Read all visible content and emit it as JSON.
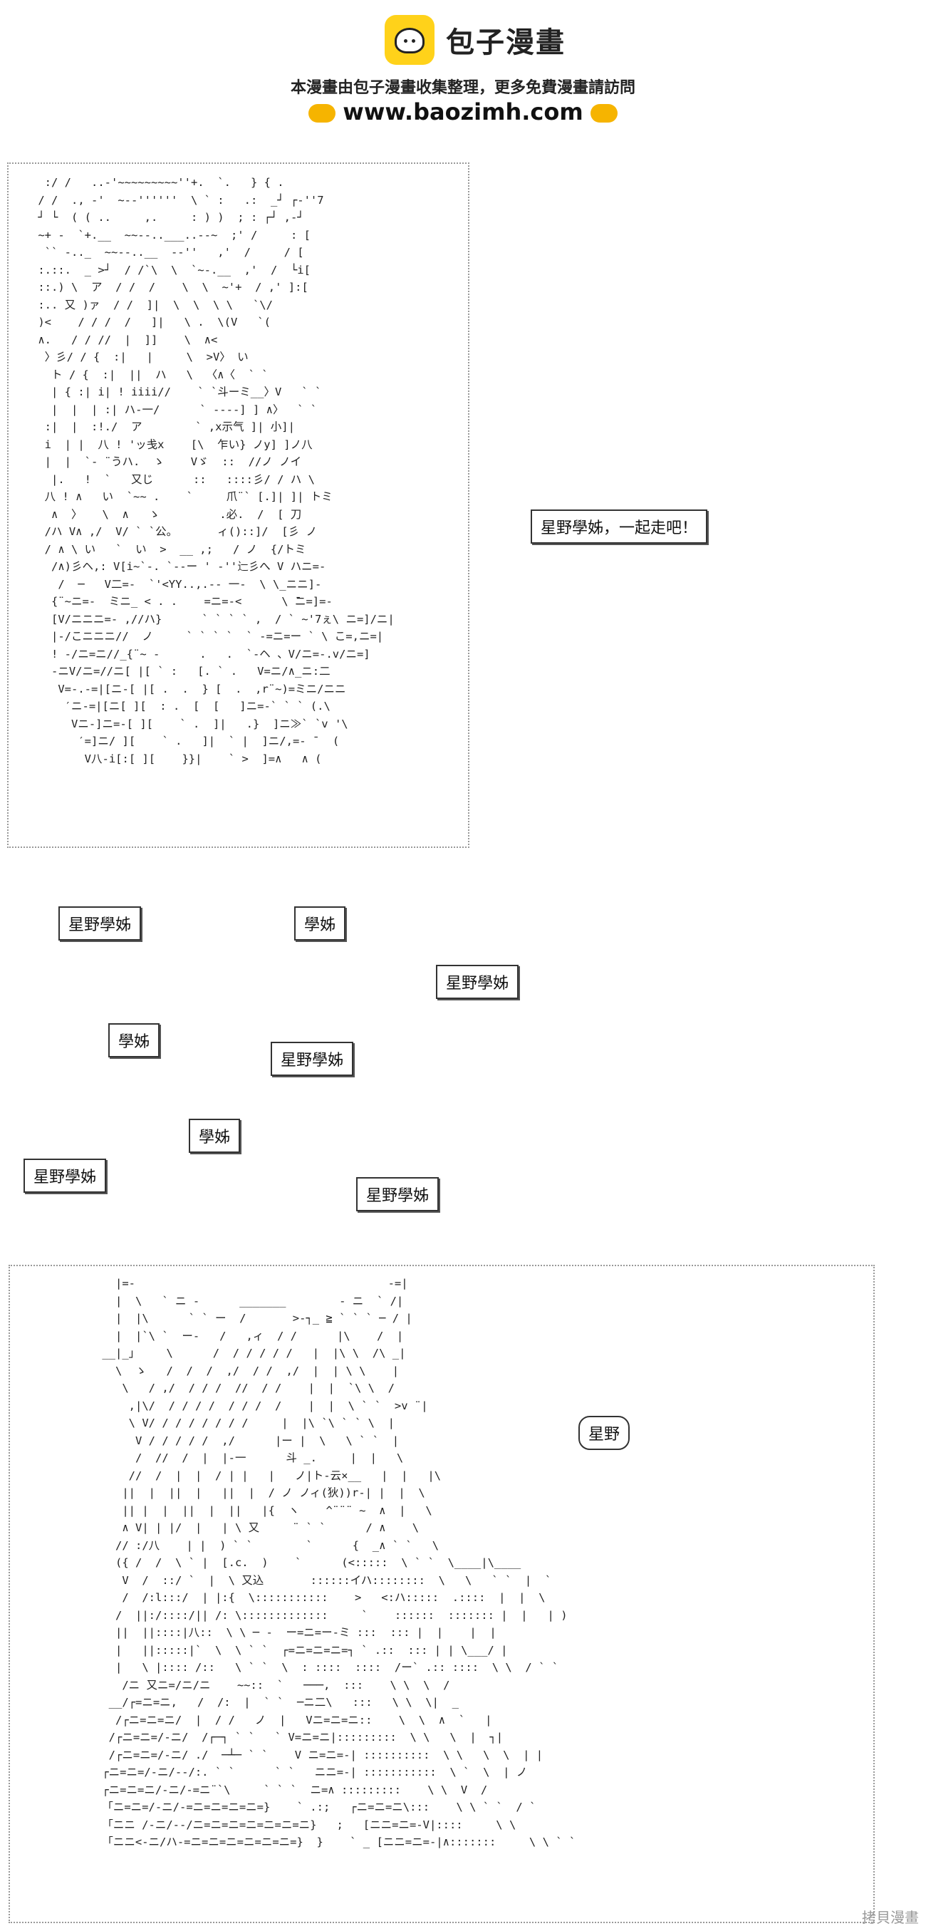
{
  "header": {
    "site_name": "包子漫畫",
    "tagline": "本漫畫由包子漫畫收集整理，更多免費漫畫請訪問",
    "url": "www.baozimh.com"
  },
  "balloons": {
    "b1": "星野學姊，一起走吧！",
    "b2": "星野學姊",
    "b3": "學姊",
    "b4": "星野學姊",
    "b5": "學姊",
    "b6": "星野學姊",
    "b7": "學姊",
    "b8": "星野學姊",
    "b9": "星野學姊",
    "b10": "星野"
  },
  "art": {
    "panel1": "  :/ /   ..-'~~~~~~~~~''+.  `.   } { .\n / /  ., -'  ~--''''''  \\ ` :   .:  _┘ ┌‐''7\n ┘ └  ( ( ..     ,.     : ) )  ; : ┌┘ ,-┘\n ~+ -  `+.__  ~~--..___..--~  ;' /     : [\n  `` -.._  ~~--..__  --''   ,'  /     / [\n :.::.  _ >┘  / /`\\  \\  `~-.__  ,'  /  └i[\n ::.) \\  ア  / /  /    \\  \\  ~'+  / ,' ]:[\n :.. 又 )ァ  / /  ]|  \\  \\  \\ \\   `\\/\n )<    / / /  /   ]|   \\ .  \\(V   `(\n ∧.   / / //  |  ]]    \\  ∧<\n  〉彡/ / {  :|   |     \\  >V〉 い\n   ト / {  :|  ||  ハ   \\  〈∧〈  ` `\n   | { :| i| ! iiii//    ` `斗ーミ__〉V   ` `\n   |  |  | :| ハ‐一/      ` ‐‐--] ] ∧〉  ` `\n  :|  |  :!./  ア        ` ,x示气 ]| 小]|\n  i  | |  八 ! 'ッ戋x    [\\  乍い} ノy] ]ノ八\n  |  |  `- ¨うハ.  ゝ    Vゞ  ::  //ノ ノイ\n   |.   !  `   又じ      ::   ::::彡/ / ハ \\\n  八 ! ∧   い  `~~ .    `     爪¨` [.]| ]| トミ\n   ∧  〉   \\  ∧   ゝ         .必.  /  [ 刀\n  /ハ V∧ ,/  V/ ` `公。      ィ()::]/  [彡 ノ\n  / ∧ \\ い   `  い  >  __ ,;   / ノ  {/トミ\n   /∧)彡ヘ,: V[i~`-. `--ー ' -''辷彡へ V ハニ=-\n    /  ─   V二=-  `'<YY..,.-- 一-  \\ \\_ニニ]-\n   {¨~ニ=-  ミニ_ < . .    =ニ=-<      \\ ̄ニ=]=-\n   [V/ニニニ=- ,//ハ}      ` ` ` ` ,  / ` ~'7ぇ\\ ニ=]/ニ|\n   |-/こニニニ//  ノ     ` ` ` `  ` -=ニ=ー ` \\ こ=,ニ=|\n   ! -/ニ=ニ//_{¨~ -      .   .  `-ヘ 、V/ニ=-.v/ニ=]\n   -ニV/ニ=//ニ[ |[ ` :   [. ` .   V=ニ/∧_ニ:二\n    V=-.-=|[ニ-[ |[ .  .  } [  .  ,r¨~)=ミニ/ニニ\n     ′ニ-=|[ニ[ ][  : .  [  [   ]ニ=-` ` ` (.\\\n      Vニ-]ニ=-[ ][    ` .  ]|   .}  ]ニ≫` `v '\\\n       ′=]ニ/ ][    ` .   ]|  ` |  ]ニ/,=- ̄   (\n        V八-i[:[ ][    }}|    ` >  ]=∧   ∧ (",
    "panel2": "   |=-                                      -=|\n   |  \\   ` ニ -      _______        - ニ  ` /|\n   |  |\\      ` ` ー  /       >-┐_ ≧ ` ` ` ─ / |\n   |  |`\\ `  ー-   /   ,ィ  / /      |\\    /  |\n __|_」    \\      /  / / / / /   |  |\\ \\  /\\ _|\n   \\  ゝ   /  /  /  ,/  / /  ,/  |  | \\ \\    |\n    \\   / ,/  / / /  //  / /    |  |  `\\ \\  /\n     ,|\\/  / / / /  / / /  /    |  |  \\ ` `  >v ¨|\n     \\ V/ / / / / / / /     |  |\\ `\\ ` ` \\  |\n      V / / / / /  ,/      |ー |  \\   \\ ` `  |\n      /  //  /  |  |-一      斗 _.     |  |   \\\n     //  /  |  |  / | |   |   ノ|ト‐云×__   |  |   |\\\n    ||  |  ||  |   ||  |  / ノ ノィ(狄))r-| |  |  \\\n    || |  |  ||  |  ||   |{  ヽ    ^¨¨¨ ~  ∧  |   \\\n    ∧ V| | |/  |   | \\ 又     ¨ ` `      / ∧    \\\n   // :/八    | |  ) ` `        `      {  _∧ ` `   \\\n   ({ /  /  \\ ` |  [.c.  )    `      (<:::::  \\ ` `  \\____|\\____\n    V  /  ::/ `  |  \\ 又込       ::::::イハ::::::::  \\   \\   ` `  |  `\n    /  /:l:::/  | |:{  \\:::::::::::    >   <:ハ:::::  .::::  |  |  \\\n   /  ||:/::::/|| /: \\:::::::::::::     `    ::::::  ::::::: |  |   | )\n   ||  ||::::|八::  \\ \\ ─ -  ー=ニ=ー-ミ :::  ::: |  |    |  |\n   |   ||:::::|`  \\  \\ ` `  ┌=ニ=ニ=ニ=┐ ` .::  ::: | | \\___/ |\n   |   \\ |:::: /::   \\ ` `  \\  : ::::  ::::  /ー` .:: ::::  \\ \\  / ` `\n    /ニ 又ニ=/ニ/ニ    ~~::  `   ───,  :::    \\ \\  \\  /\n  __/┌=ニ=ニ,   /  /:  |  ` `  ─ニ二\\   :::   \\ \\  \\|  _\n   /┌ニ=ニ=ニ/  |  / /   ノ  |   Vニ=ニ=ニ::    \\  \\  ∧  `   |\n  /┌ニ=ニ=/-ニ/  /┌─┐ ` `   ` V=ニ=ニ|:::::::::  \\ \\   \\  |  ┐|\n  /┌ニ=ニ=/-ニ/ ./  ─┴─ ` `    V ニ=ニ=-| ::::::::::  \\ \\   \\  \\  | |\n ┌ニ=ニ=/-ニ/--/:. ` `      ` `   ニニ=-| :::::::::::  \\ `  \\  | ノ\n ┌ニ=ニ=ニ/-ニ/-=ニ¨`\\     ` ` `  ニ=∧ :::::::::    \\ \\  V  /\n 「ニ=ニ=/-ニ/-=ニ=ニ=ニ=ニ=}    ` .:;   ┌ニ=ニ=ニ\\:::    \\ \\ ` `  / `\n 「ニニ /-ニ/--/ニ=ニ=ニ=ニ=ニ=ニ=ニ}   ;   [ニニ=ニ=-V|::::     \\ \\\n 「ニニ<-ニ/ハ-=ニ=ニ=ニ=ニ=ニ=ニ=}  }    ` _ [ニニ=ニ=-|∧:::::::     \\ \\ ` `"
  },
  "watermark": "拷貝漫畫"
}
